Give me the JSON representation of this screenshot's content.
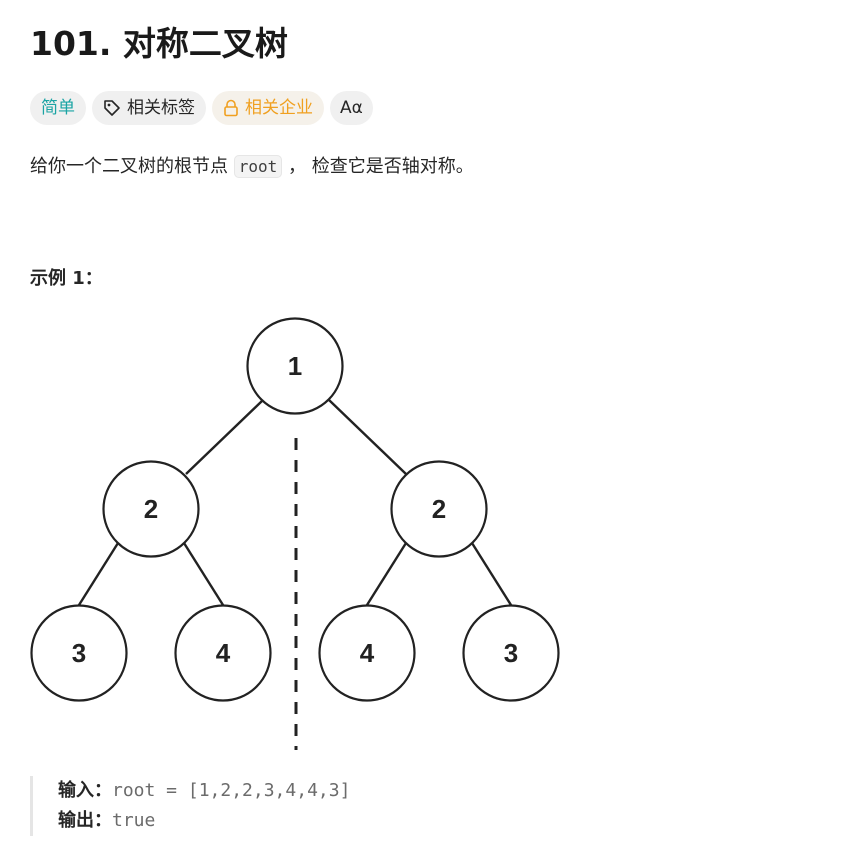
{
  "problem": {
    "title": "101. 对称二叉树",
    "difficulty": "简单",
    "related_tags_label": "相关标签",
    "related_companies_label": "相关企业",
    "font_toggle_label": "Aα"
  },
  "description": {
    "prefix": "给你一个二叉树的根节点",
    "code": "root",
    "suffix": "， 检查它是否轴对称。"
  },
  "example": {
    "title": "示例 1：",
    "tree_nodes": [
      "1",
      "2",
      "2",
      "3",
      "4",
      "4",
      "3"
    ],
    "input_label": "输入：",
    "input_value": "root = [1,2,2,3,4,4,3]",
    "output_label": "输出：",
    "output_value": "true"
  },
  "icons": {
    "tag": "tag-icon",
    "lock": "lock-icon",
    "font": "font-size-icon"
  },
  "colors": {
    "easy": "#1aa4a4",
    "company": "#f0a020",
    "text": "#262626"
  }
}
